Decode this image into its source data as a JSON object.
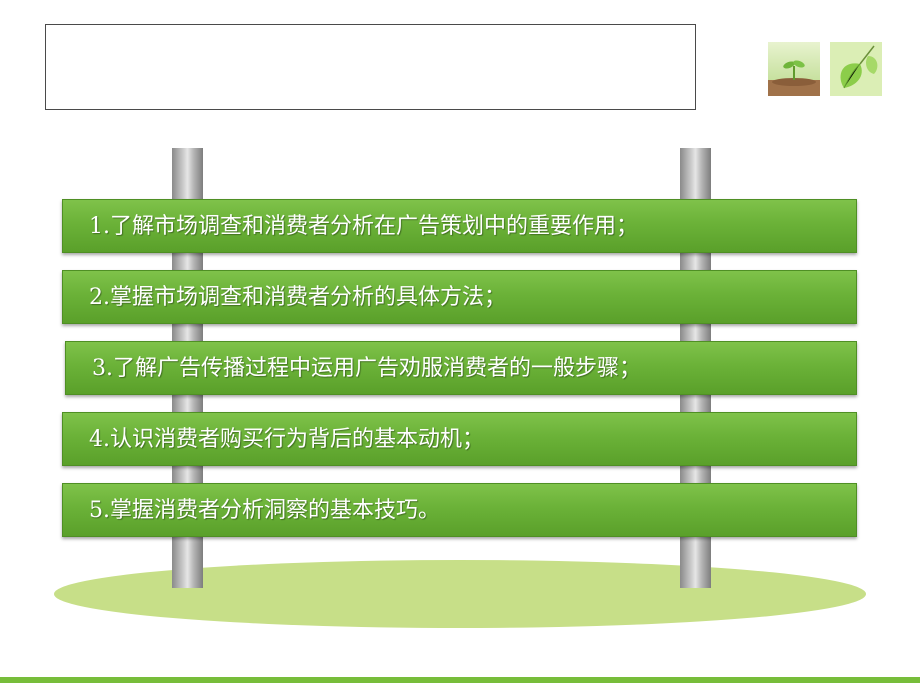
{
  "header": {
    "title": ""
  },
  "thumbnails": [
    {
      "icon": "seedling-photo-icon"
    },
    {
      "icon": "green-leaf-photo-icon"
    }
  ],
  "objectives": [
    "1.了解市场调查和消费者分析在广告策划中的重要作用；",
    "2.掌握市场调查和消费者分析的具体方法；",
    "3.了解广告传播过程中运用广告劝服消费者的一般步骤；",
    "4.认识消费者购买行为背后的基本动机；",
    "5.掌握消费者分析洞察的基本技巧。"
  ],
  "colors": {
    "plank_green": "#6bb238",
    "ground_green": "#c7df88",
    "footer_line": "#77bd3a",
    "pole_gray": "#b5b5b5"
  }
}
